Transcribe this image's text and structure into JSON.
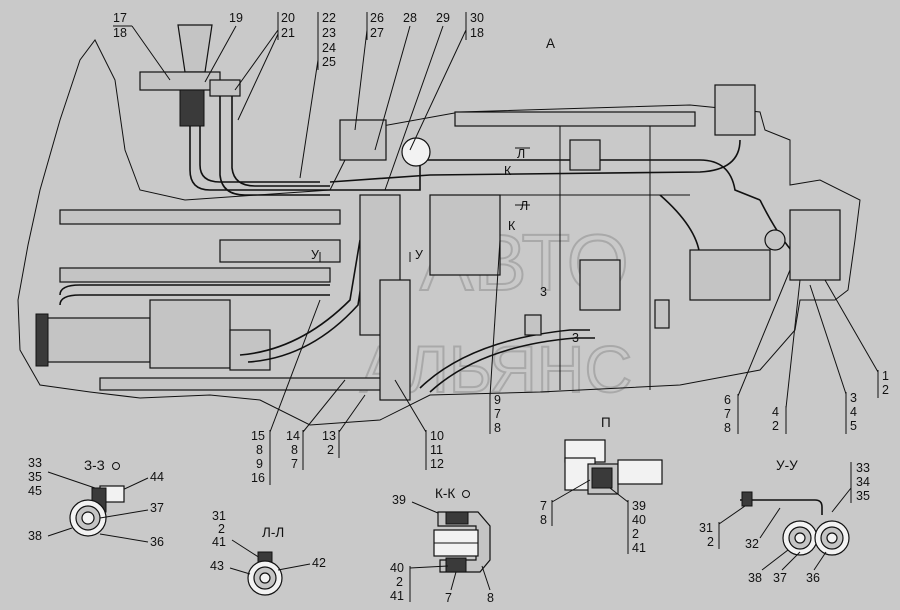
{
  "view_title": "А",
  "watermark": {
    "line1": "АВТО",
    "line2": "АЛЬЯНС"
  },
  "main_labels": {
    "l17_18": [
      "17",
      "18"
    ],
    "l19": [
      "19"
    ],
    "l20_21": [
      "20",
      "21"
    ],
    "l22_25": [
      "22",
      "23",
      "24",
      "25"
    ],
    "l26_27": [
      "26",
      "27"
    ],
    "l28": [
      "28"
    ],
    "l29": [
      "29"
    ],
    "l30_18": [
      "30",
      "18"
    ],
    "l15_16": [
      "15",
      "8",
      "9",
      "16"
    ],
    "l14": [
      "14",
      "8",
      "7"
    ],
    "l13": [
      "13",
      "2"
    ],
    "l10_12": [
      "10",
      "11",
      "12"
    ],
    "l9_8": [
      "9",
      "7",
      "8"
    ],
    "l6_8": [
      "6",
      "7",
      "8"
    ],
    "l4_2": [
      "4",
      "2"
    ],
    "l3_5": [
      "3",
      "4",
      "5"
    ],
    "l1_2": [
      "1",
      "2"
    ]
  },
  "main_marks": {
    "u_left": "У",
    "u_right": "У",
    "l_top": "Л",
    "l_mid": "Л",
    "k_top": "К",
    "k_mid": "К",
    "three_a": "3",
    "three_b": "3"
  },
  "details": {
    "zz": {
      "title": "З-З",
      "labels_left": [
        "33",
        "35",
        "45"
      ],
      "l44": "44",
      "l37": "37",
      "l38": "38",
      "l36": "36"
    },
    "ll": {
      "title": "Л-Л",
      "labels_top": [
        "31",
        "2",
        "41"
      ],
      "l42": "42",
      "l43": "43"
    },
    "kk": {
      "title": "К-К",
      "l39": "39",
      "labels_bottom": [
        "40",
        "2",
        "41"
      ],
      "l7": "7",
      "l8": "8"
    },
    "p": {
      "title": "П",
      "labels_left": [
        "7",
        "8"
      ],
      "labels_right": [
        "39",
        "40",
        "2",
        "41"
      ]
    },
    "uu": {
      "title": "У-У",
      "labels_right": [
        "33",
        "34",
        "35"
      ],
      "labels_left": [
        "31",
        "2"
      ],
      "l32": "32",
      "l38": "38",
      "l37": "37",
      "l36": "36"
    }
  }
}
